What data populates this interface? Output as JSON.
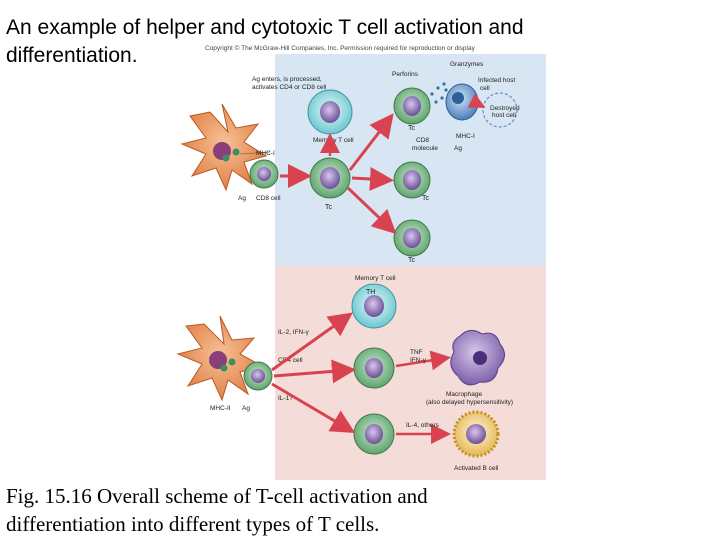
{
  "slide": {
    "title": "An example of helper and cytotoxic T cell activation and differentiation.",
    "copyright": "Copyright © The McGraw-Hill Companies, Inc. Permission required for reproduction or display",
    "caption": "Fig. 15.16 Overall scheme of T-cell activation and differentiation into different types of T cells."
  },
  "figure": {
    "colors": {
      "top_panel": "#d7e6f2",
      "bottom_panel": "#f4dcd8",
      "apc": "#e8955a",
      "tc_cell": "#7fb88a",
      "memory_cell": "#8fd3d9",
      "arrow": "#d8434f",
      "macrophage": "#8a6fb0",
      "b_cell": "#e8c565"
    },
    "top_labels": {
      "ag_note_1": "Ag enters, is processed,",
      "ag_note_2": "activates CD4 or CD8 cell",
      "mhc1_left": "MHC-I",
      "ag_left": "Ag",
      "cd8_cell": "CD8 cell",
      "memory_t_cell": "Memory T cell",
      "tc_center": "Tc",
      "tc_label_1": "Tc",
      "tc_label_2": "Tc",
      "tc_label_3": "Tc",
      "perforins": "Perforins",
      "granzymes": "Granzymes",
      "infected_host_1": "Infected host",
      "infected_host_2": "cell",
      "destroyed_1": "Destroyed",
      "destroyed_2": "host cell",
      "cd8_molecule_1": "CD8",
      "cd8_molecule_2": "molecule",
      "ag_right": "Ag",
      "mhc1_right": "MHC-I"
    },
    "bottom_labels": {
      "memory_t_cell": "Memory T cell",
      "th_label": "TH",
      "il2": "IL-2, IFN-γ",
      "cd4_cell": "CD4 cell",
      "il1": "IL-1?",
      "mhc2": "MHC-II",
      "ag": "Ag",
      "tnf_1": "TNF",
      "tnf_2": "IFN-γ",
      "macrophage_1": "Macrophage",
      "macrophage_2": "(also delayed hypersensitivity)",
      "il4": "IL-4, others",
      "activated_b": "Activated B cell"
    }
  }
}
